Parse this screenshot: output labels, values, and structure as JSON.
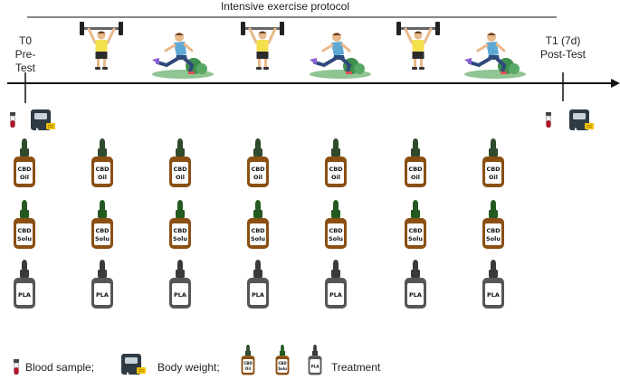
{
  "header": {
    "protocol_title": "Intensive exercise protocol"
  },
  "timeline": {
    "start": {
      "label": "T0",
      "sublabel": "Pre-Test"
    },
    "end": {
      "label": "T1 (7d)",
      "sublabel": "Post-Test"
    }
  },
  "activities": [
    "weightlifter-icon",
    "runner-icon",
    "weightlifter-icon",
    "runner-icon",
    "weightlifter-icon",
    "runner-icon"
  ],
  "treatments": {
    "columns": 7,
    "rows": [
      {
        "id": "cbd-oil",
        "line1": "CBD",
        "line2": "Oil",
        "cap_color": "#2f4a2c",
        "body_color": "#8a4f12"
      },
      {
        "id": "cbd-solu",
        "line1": "CBD",
        "line2": "Solu",
        "cap_color": "#245a1f",
        "body_color": "#8a4f12"
      },
      {
        "id": "pla",
        "line1": "PLA",
        "line2": "",
        "cap_color": "#3a3a3a",
        "body_color": "#565656"
      }
    ]
  },
  "legend": {
    "blood_label": "Blood sample;",
    "weight_label": "Body weight;",
    "treatment_label": "Treatment",
    "mini_bottles": [
      {
        "line1": "CBD",
        "line2": "Oil"
      },
      {
        "line1": "CBD",
        "line2": "Solu"
      },
      {
        "line1": "PLA",
        "line2": ""
      }
    ]
  },
  "colors": {
    "blood": "#b0152a",
    "scale_body": "#2e3a44",
    "scale_tag": "#f2c200",
    "axis": "#111111",
    "grass": "#8fc493"
  }
}
